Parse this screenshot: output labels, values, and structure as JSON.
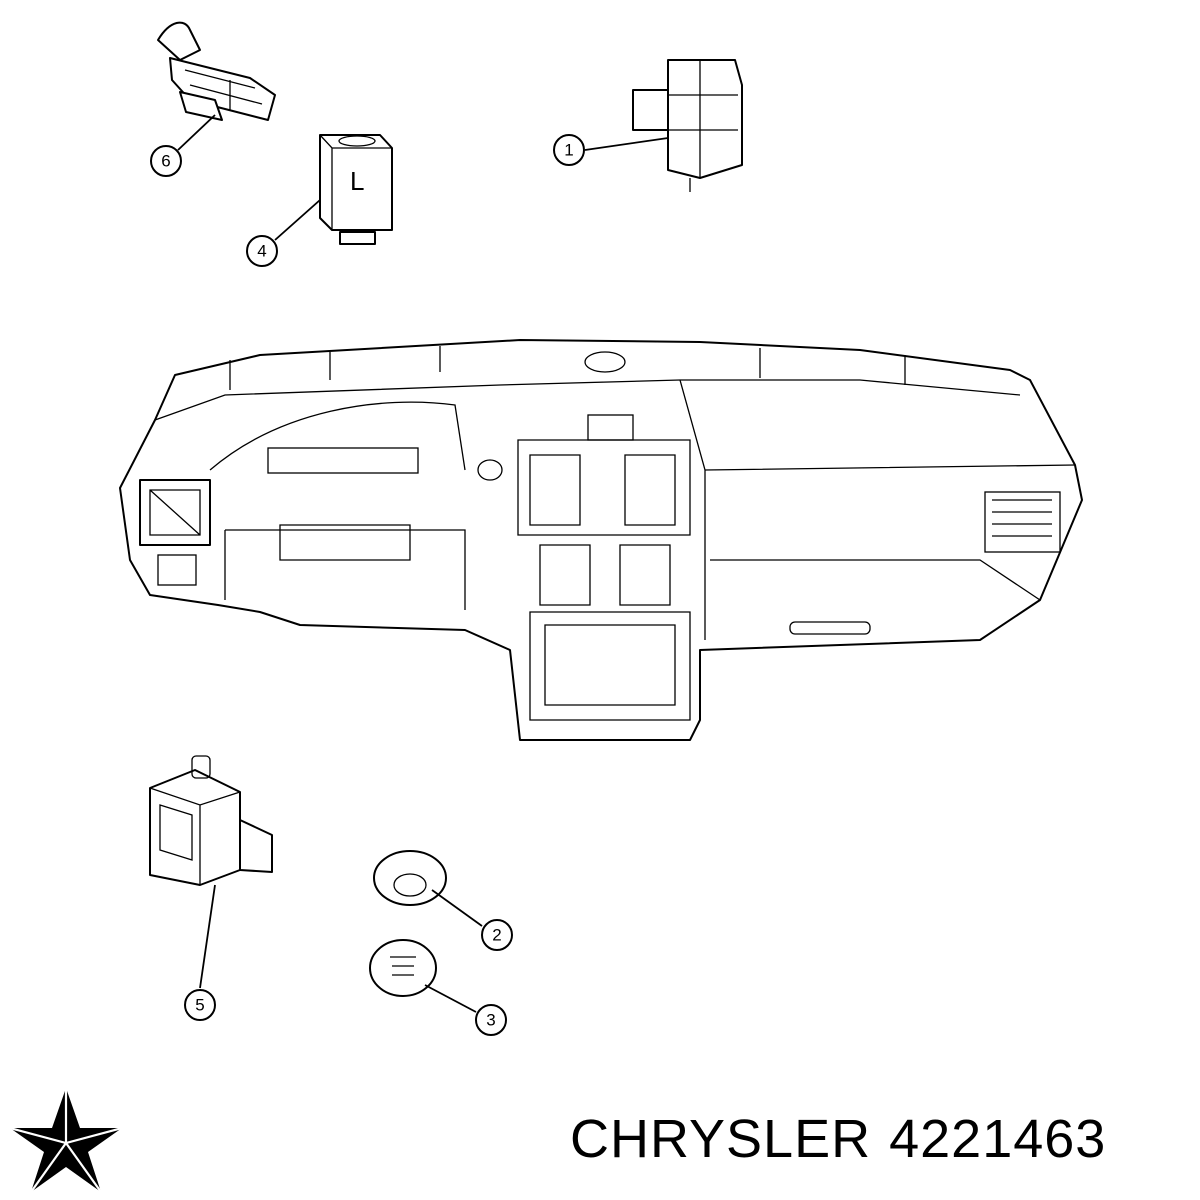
{
  "callouts": [
    {
      "number": "1"
    },
    {
      "number": "2"
    },
    {
      "number": "3"
    },
    {
      "number": "4"
    },
    {
      "number": "5"
    },
    {
      "number": "6"
    }
  ],
  "caption": {
    "brand": "CHRYSLER",
    "part_number": "4221463"
  },
  "logo": {
    "shape": "pentastar",
    "color": "#000000"
  },
  "part_labels": {
    "switch_letter": "L"
  }
}
